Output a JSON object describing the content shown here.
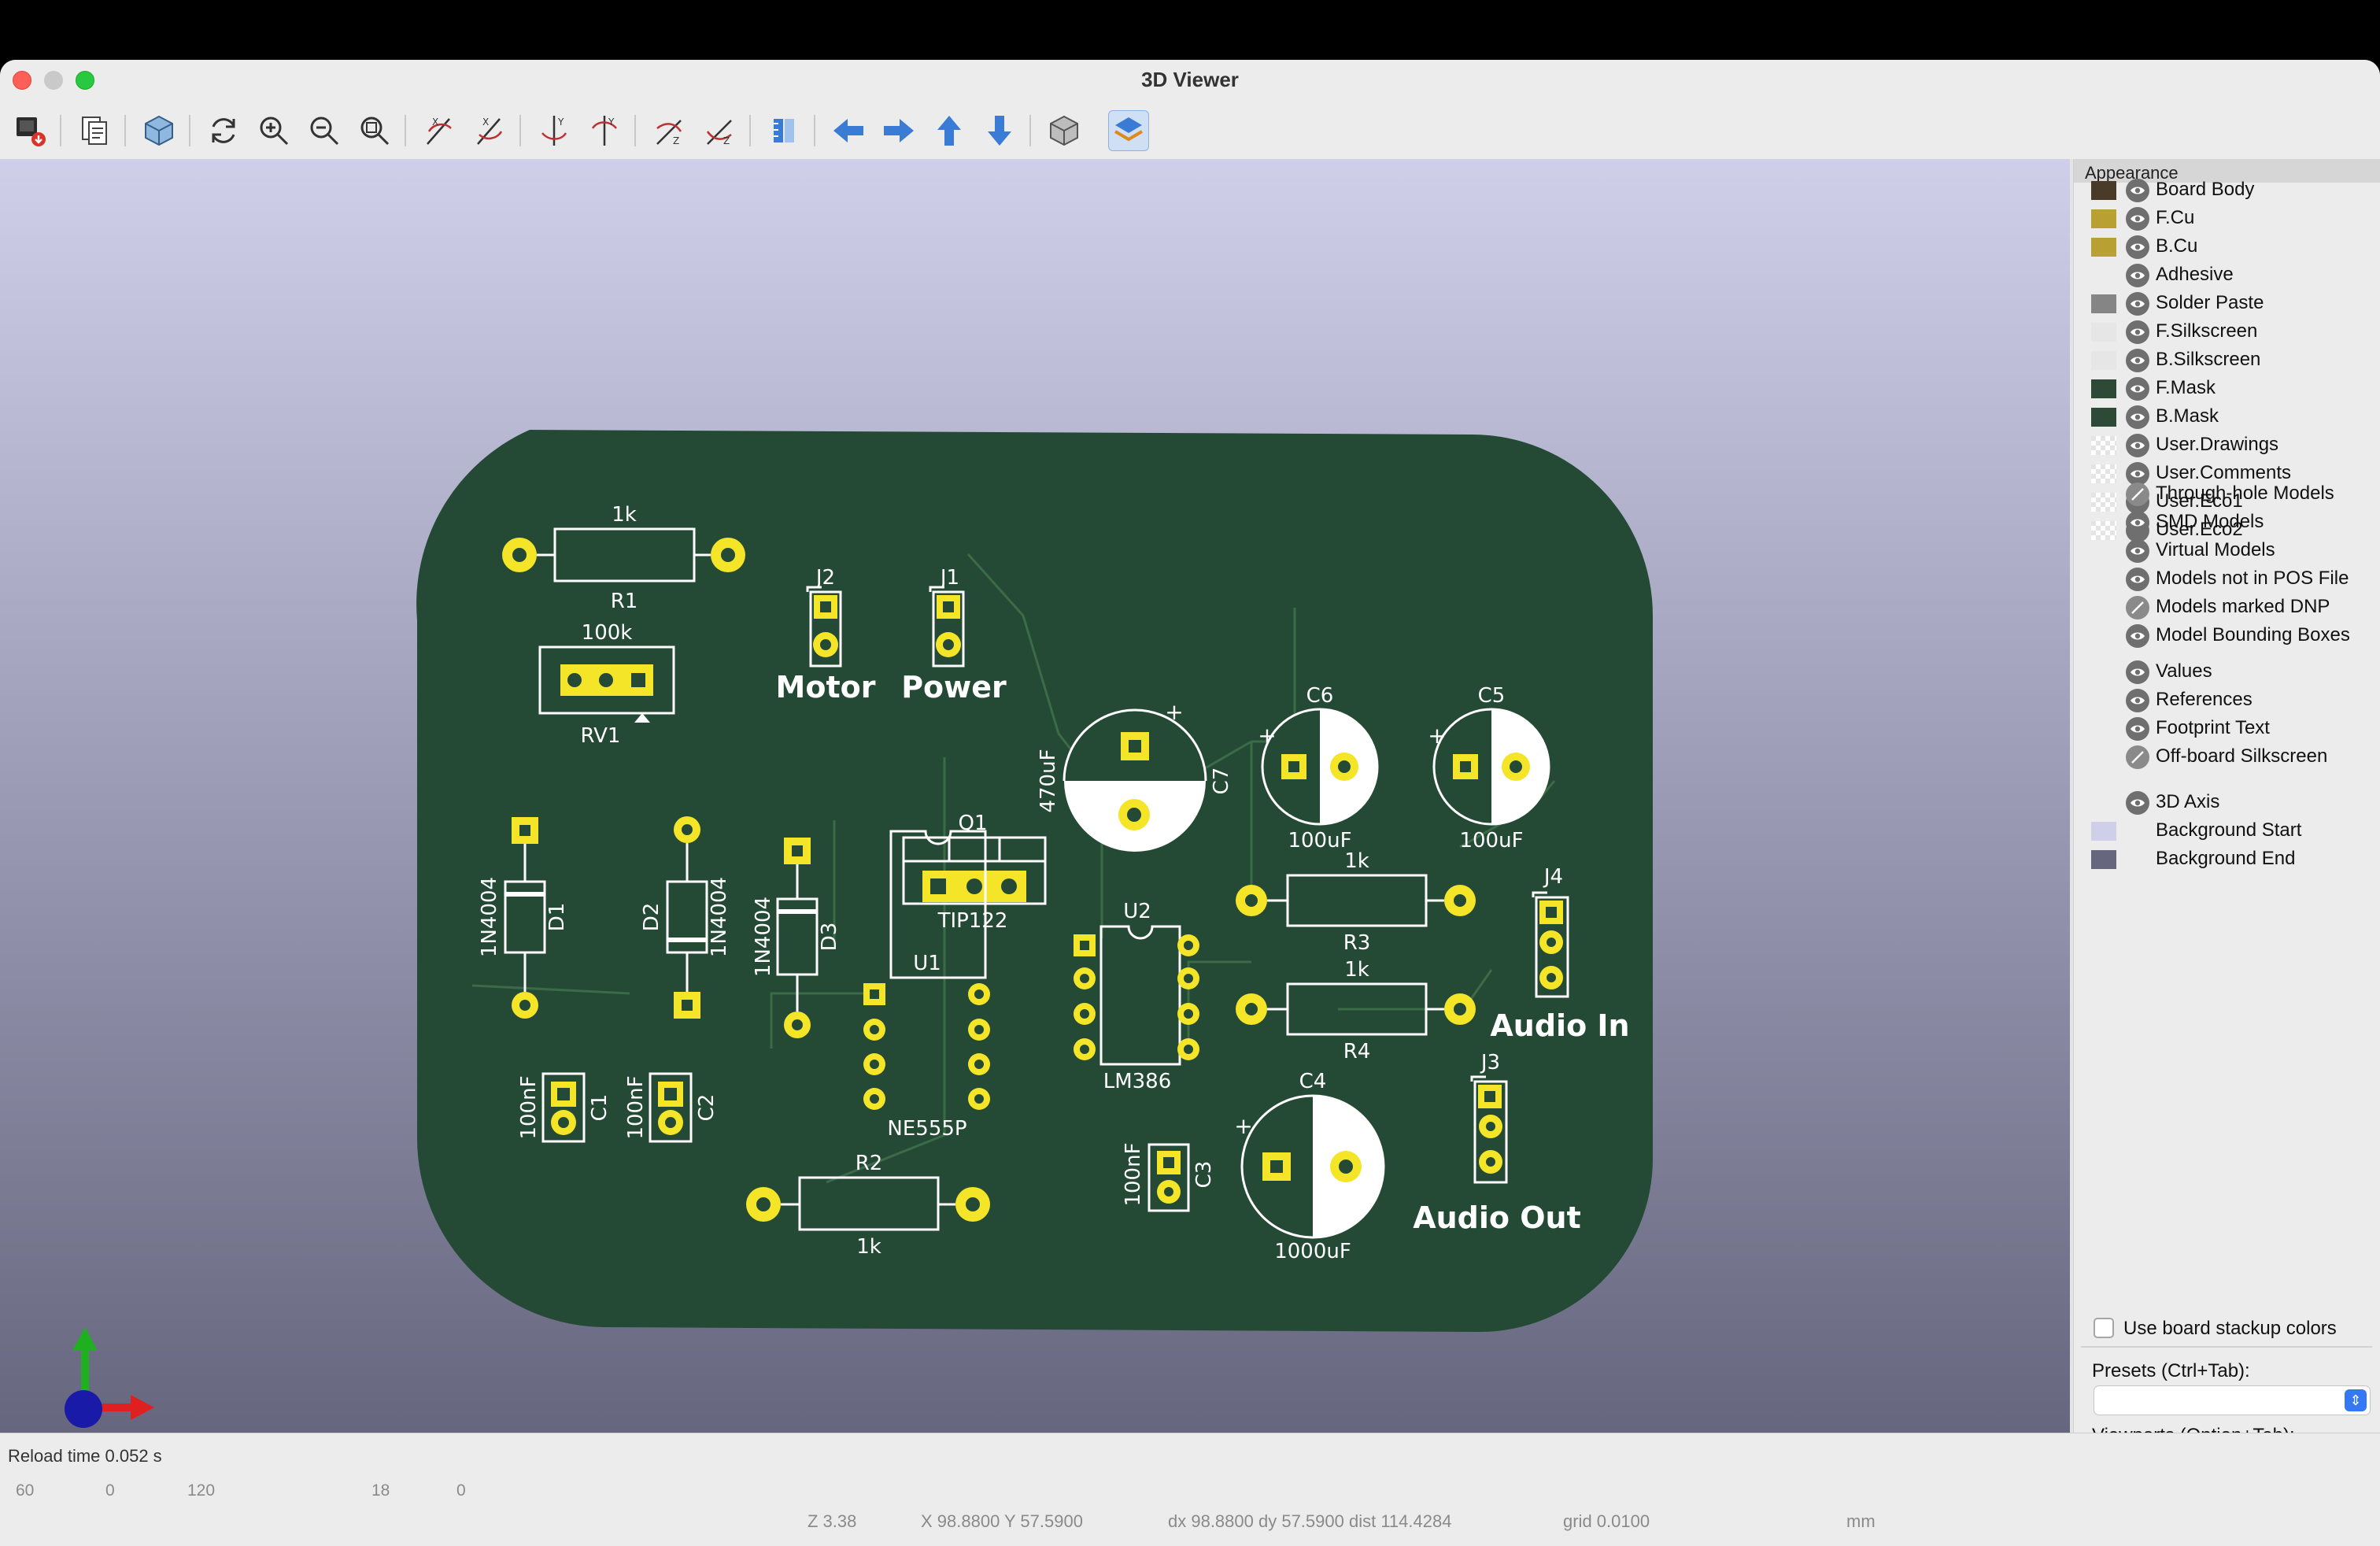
{
  "window": {
    "title": "3D Viewer"
  },
  "statusbar": {
    "reload_time": "Reload time 0.052 s"
  },
  "background_window": {
    "ruler_ticks": [
      "60",
      "0",
      "120",
      "18",
      "0"
    ],
    "status": {
      "z": "Z 3.38",
      "xy": "X 98.8800  Y 57.5900",
      "dxdy": "dx 98.8800  dy 57.5900  dist 114.4284",
      "grid": "grid 0.0100",
      "units": "mm"
    }
  },
  "toolbar": {
    "icons": [
      "export-icon",
      "copy-icon",
      "raytrace-icon",
      "reload-icon",
      "zoom-in-icon",
      "zoom-out-icon",
      "zoom-fit-icon",
      "rotate-x-cw-icon",
      "rotate-x-ccw-icon",
      "rotate-y-cw-icon",
      "rotate-y-ccw-icon",
      "rotate-z-cw-icon",
      "rotate-z-ccw-icon",
      "flip-board-icon",
      "move-left-icon",
      "move-right-icon",
      "move-up-icon",
      "move-down-icon",
      "ortho-icon",
      "layers-toggle-icon"
    ]
  },
  "appearance": {
    "title": "Appearance",
    "layers": [
      {
        "label": "Board Body",
        "color": "#4a3b28",
        "swatch": "solid",
        "eye": true
      },
      {
        "label": "F.Cu",
        "color": "#b8a032",
        "swatch": "solid",
        "eye": true
      },
      {
        "label": "B.Cu",
        "color": "#b8a032",
        "swatch": "solid",
        "eye": true
      },
      {
        "label": "Adhesive",
        "color": "",
        "swatch": "none",
        "eye": true
      },
      {
        "label": "Solder Paste",
        "color": "#858585",
        "swatch": "solid",
        "eye": true
      },
      {
        "label": "F.Silkscreen",
        "color": "#e6e6e6",
        "swatch": "solid",
        "eye": true
      },
      {
        "label": "B.Silkscreen",
        "color": "#e6e6e6",
        "swatch": "solid",
        "eye": true
      },
      {
        "label": "F.Mask",
        "color": "#2c4a36",
        "swatch": "solid",
        "eye": true
      },
      {
        "label": "B.Mask",
        "color": "#2c4a36",
        "swatch": "solid",
        "eye": true
      },
      {
        "label": "User.Drawings",
        "color": "",
        "swatch": "checker",
        "eye": true
      },
      {
        "label": "User.Comments",
        "color": "",
        "swatch": "checker",
        "eye": true
      },
      {
        "label": "User.Eco1",
        "color": "",
        "swatch": "checker",
        "eye": true
      },
      {
        "label": "User.Eco2",
        "color": "",
        "swatch": "checker",
        "eye": true
      }
    ],
    "models": [
      {
        "label": "Through-hole Models",
        "eye": false
      },
      {
        "label": "SMD Models",
        "eye": true
      },
      {
        "label": "Virtual Models",
        "eye": true
      },
      {
        "label": "Models not in POS File",
        "eye": true
      },
      {
        "label": "Models marked DNP",
        "eye": false
      },
      {
        "label": "Model Bounding Boxes",
        "eye": true
      }
    ],
    "text": [
      {
        "label": "Values",
        "eye": true
      },
      {
        "label": "References",
        "eye": true
      },
      {
        "label": "Footprint Text",
        "eye": true
      },
      {
        "label": "Off-board Silkscreen",
        "eye": false
      }
    ],
    "misc": [
      {
        "label": "3D Axis",
        "color": "",
        "swatch": "none",
        "eye": true
      },
      {
        "label": "Background Start",
        "color": "#cfcfea",
        "swatch": "solid",
        "eye": null
      },
      {
        "label": "Background End",
        "color": "#66667f",
        "swatch": "solid",
        "eye": null
      }
    ],
    "use_board_stackup_colors": "Use board stackup colors",
    "presets_label": "Presets (Ctrl+Tab):",
    "viewports_label": "Viewports (Option+Tab):"
  },
  "pcb": {
    "colors": {
      "board": "#244a35",
      "pad": "#f4e528",
      "silk": "#ffffff",
      "track": "#3c6b48"
    },
    "labels": {
      "r1_value": "1k",
      "r1_ref": "R1",
      "rv1_value": "100k",
      "rv1_ref": "RV1",
      "d1_value": "1N4004",
      "d1_ref": "D1",
      "d2_value": "1N4004",
      "d2_ref": "D2",
      "d3_value": "1N4004",
      "d3_ref": "D3",
      "c1_value": "100nF",
      "c1_ref": "C1",
      "c2_value": "100nF",
      "c2_ref": "C2",
      "j2_ref": "J2",
      "motor": "Motor",
      "j1_ref": "J1",
      "power": "Power",
      "q1_ref": "Q1",
      "q1_value": "TIP122",
      "u1_ref": "U1",
      "u1_value": "NE555P",
      "r2_ref": "R2",
      "r2_value": "1k",
      "c7_value": "470uF",
      "c7_ref": "C7",
      "c6_ref": "C6",
      "c6_value": "100uF",
      "c5_ref": "C5",
      "c5_value": "100uF",
      "u2_ref": "U2",
      "u2_value": "LM386",
      "r3_value": "1k",
      "r3_ref": "R3",
      "r4_value": "1k",
      "r4_ref": "R4",
      "j4_ref": "J4",
      "audio_in": "Audio In",
      "j3_ref": "J3",
      "audio_out": "Audio Out",
      "c4_ref": "C4",
      "c4_value": "1000uF",
      "c3_value": "100nF",
      "c3_ref": "C3",
      "plus": "+"
    }
  }
}
